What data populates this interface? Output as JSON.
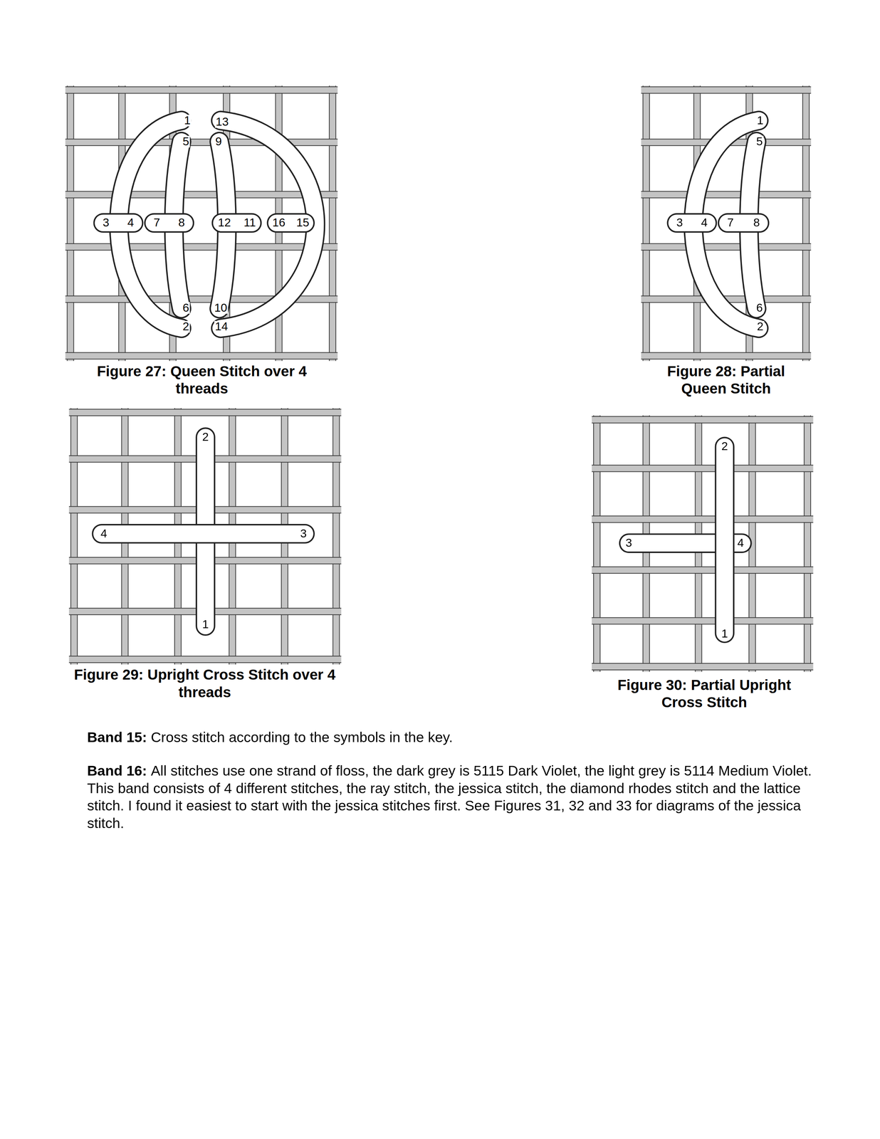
{
  "diagram": {
    "labels": [
      "1",
      "13",
      "5",
      "9",
      "3",
      "4",
      "7",
      "8",
      "12",
      "11",
      "16",
      "15",
      "6",
      "10",
      "2",
      "14",
      "Figure 27: Queen Stitch over 4 threads",
      "1",
      "5",
      "3",
      "4",
      "7",
      "8",
      "6",
      "2",
      "Figure 28: Partial Queen Stitch",
      "2",
      "4",
      "3",
      "1",
      "Figure 29: Upright Cross Stitch over 4 threads",
      "2",
      "3",
      "4",
      "1",
      "Figure 30: Partial Upright Cross Stitch",
      "Band 15:",
      "Cross stitch according to the symbols in the key.",
      "Band 16:",
      "All stitches use one strand of floss, the dark grey is 5115 Dark Violet, the light grey is 5114 Medium Violet. This band consists of 4 different stitches, the ray stitch, the jessica stitch, the diamond rhodes stitch and the lattice stitch. I found it easiest to start with the jessica stitches first. See Figures 31, 32 and 33 for diagrams of the jessica stitch."
    ]
  }
}
